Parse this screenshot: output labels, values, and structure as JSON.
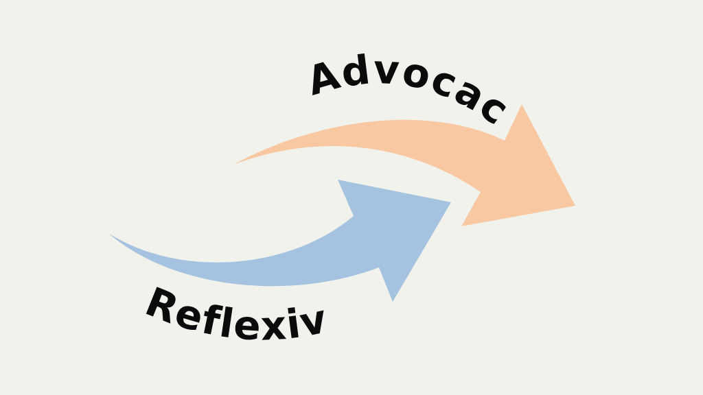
{
  "diagram": {
    "background_color": "#f1f2eb",
    "top_arrow": {
      "label": "Advocacy",
      "color": "#f8c8a2",
      "direction": "right"
    },
    "bottom_arrow": {
      "label": "Reflexive",
      "color": "#a5c3e0",
      "direction": "up-right"
    },
    "text_color": "#0b0b0b"
  }
}
